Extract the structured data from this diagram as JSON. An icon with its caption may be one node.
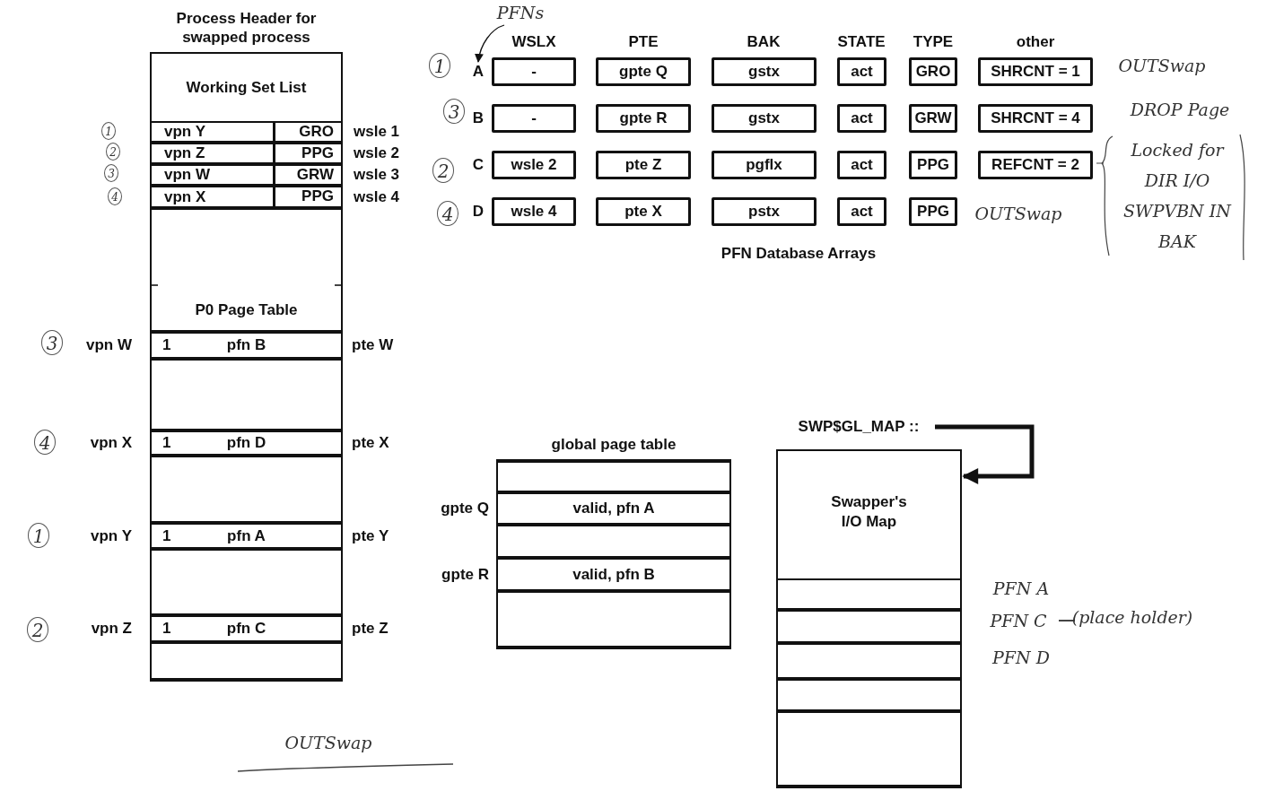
{
  "diagram": {
    "nodes": [
      {
        "text": [
          "Process Header for swapped process"
        ]
      },
      {
        "text": [
          "Working Set List"
        ],
        "in": 0
      },
      {
        "text": [
          "vpn Y",
          "GRO"
        ],
        "beside": [
          "wsle 1"
        ],
        "in": 0
      },
      {
        "text": [
          "vpn Z",
          "PPG"
        ],
        "beside": [
          "wsle 2"
        ],
        "in": 0
      },
      {
        "text": [
          "vpn W",
          "GRW"
        ],
        "beside": [
          "wsle 3"
        ],
        "in": 0
      },
      {
        "text": [
          "vpn X",
          "PPG"
        ],
        "beside": [
          "wsle 4"
        ],
        "in": 0
      },
      {
        "text": [
          "P0 Page Table"
        ],
        "in": 0
      },
      {
        "text": [
          "1",
          "pfn B"
        ],
        "beside": [
          "vpn W",
          "pte W"
        ],
        "in": 0
      },
      {
        "text": [],
        "shape": "box",
        "in": 0
      },
      {
        "text": [
          "1",
          "pfn D"
        ],
        "beside": [
          "vpn X",
          "pte X"
        ],
        "in": 0
      },
      {
        "text": [],
        "shape": "box",
        "in": 0
      },
      {
        "text": [
          "1",
          "pfn A"
        ],
        "beside": [
          "vpn Y",
          "pte Y"
        ],
        "in": 0
      },
      {
        "text": [],
        "shape": "box",
        "in": 0
      },
      {
        "text": [
          "1",
          "pfn C"
        ],
        "beside": [
          "vpn Z",
          "pte Z"
        ],
        "in": 0
      },
      {
        "text": [],
        "shape": "box",
        "in": 0
      },
      {
        "text": [
          "PFNs"
        ]
      },
      {
        "text": [
          "-"
        ]
      },
      {
        "text": [
          "gpte Q"
        ]
      },
      {
        "text": [
          "gstx"
        ]
      },
      {
        "text": [
          "act"
        ]
      },
      {
        "text": [
          "GRO"
        ]
      },
      {
        "text": [
          "SHRCNT = 1"
        ]
      },
      {
        "text": [
          "-"
        ]
      },
      {
        "text": [
          "gpte R"
        ]
      },
      {
        "text": [
          "gstx"
        ]
      },
      {
        "text": [
          "act"
        ]
      },
      {
        "text": [
          "GRW"
        ]
      },
      {
        "text": [
          "SHRCNT = 4"
        ]
      },
      {
        "text": [
          "wsle 2"
        ]
      },
      {
        "text": [
          "pte Z"
        ]
      },
      {
        "text": [
          "pgflx"
        ]
      },
      {
        "text": [
          "act"
        ]
      },
      {
        "text": [
          "PPG"
        ]
      },
      {
        "text": [
          "REFCNT = 2"
        ]
      },
      {
        "text": [
          "wsle 4"
        ]
      },
      {
        "text": [
          "pte X"
        ]
      },
      {
        "text": [
          "pstx"
        ]
      },
      {
        "text": [
          "act"
        ]
      },
      {
        "text": [
          "PPG"
        ]
      },
      {
        "text": [
          "global page table"
        ]
      },
      {
        "text": [],
        "shape": "box",
        "in": 39
      },
      {
        "text": [
          "valid, pfn A"
        ],
        "beside": [
          "gpte Q"
        ],
        "in": 39
      },
      {
        "text": [],
        "shape": "box",
        "in": 39
      },
      {
        "text": [
          "valid, pfn B"
        ],
        "beside": [
          "gpte R"
        ],
        "in": 39
      },
      {
        "text": [],
        "shape": "box",
        "in": 39
      },
      {
        "text": [
          "SWP$GL_MAP ::"
        ]
      },
      {
        "text": [
          "Swapper's I/O Map"
        ]
      },
      {
        "text": [],
        "shape": "box",
        "in": 46
      },
      {
        "text": [],
        "shape": "box",
        "in": 46
      },
      {
        "text": [],
        "shape": "box",
        "in": 46
      },
      {
        "text": [],
        "shape": "box",
        "in": 46
      },
      {
        "text": [],
        "shape": "box",
        "in": 46
      },
      {
        "text": [
          "A"
        ]
      }
    ],
    "edges": [
      {
        "from": 15,
        "to": 52,
        "arrow": "to"
      },
      {
        "from": 45,
        "to": 46,
        "arrow": "to",
        "style": "thick"
      }
    ],
    "labels": [
      "WSLX",
      "PTE",
      "BAK",
      "STATE",
      "TYPE",
      "other",
      "1",
      "OUTSwap",
      "3",
      "B",
      "DROP Page",
      "2",
      "C",
      "Locked for DIR I/O SWPVBN IN BAK",
      "4",
      "D",
      "OUTSwap",
      "PFN Database Arrays",
      "1",
      "2",
      "3",
      "4",
      "3",
      "4",
      "1",
      "2",
      "PFN A",
      "PFN C",
      "(place holder)",
      "PFN D",
      "OUTSwap"
    ]
  }
}
